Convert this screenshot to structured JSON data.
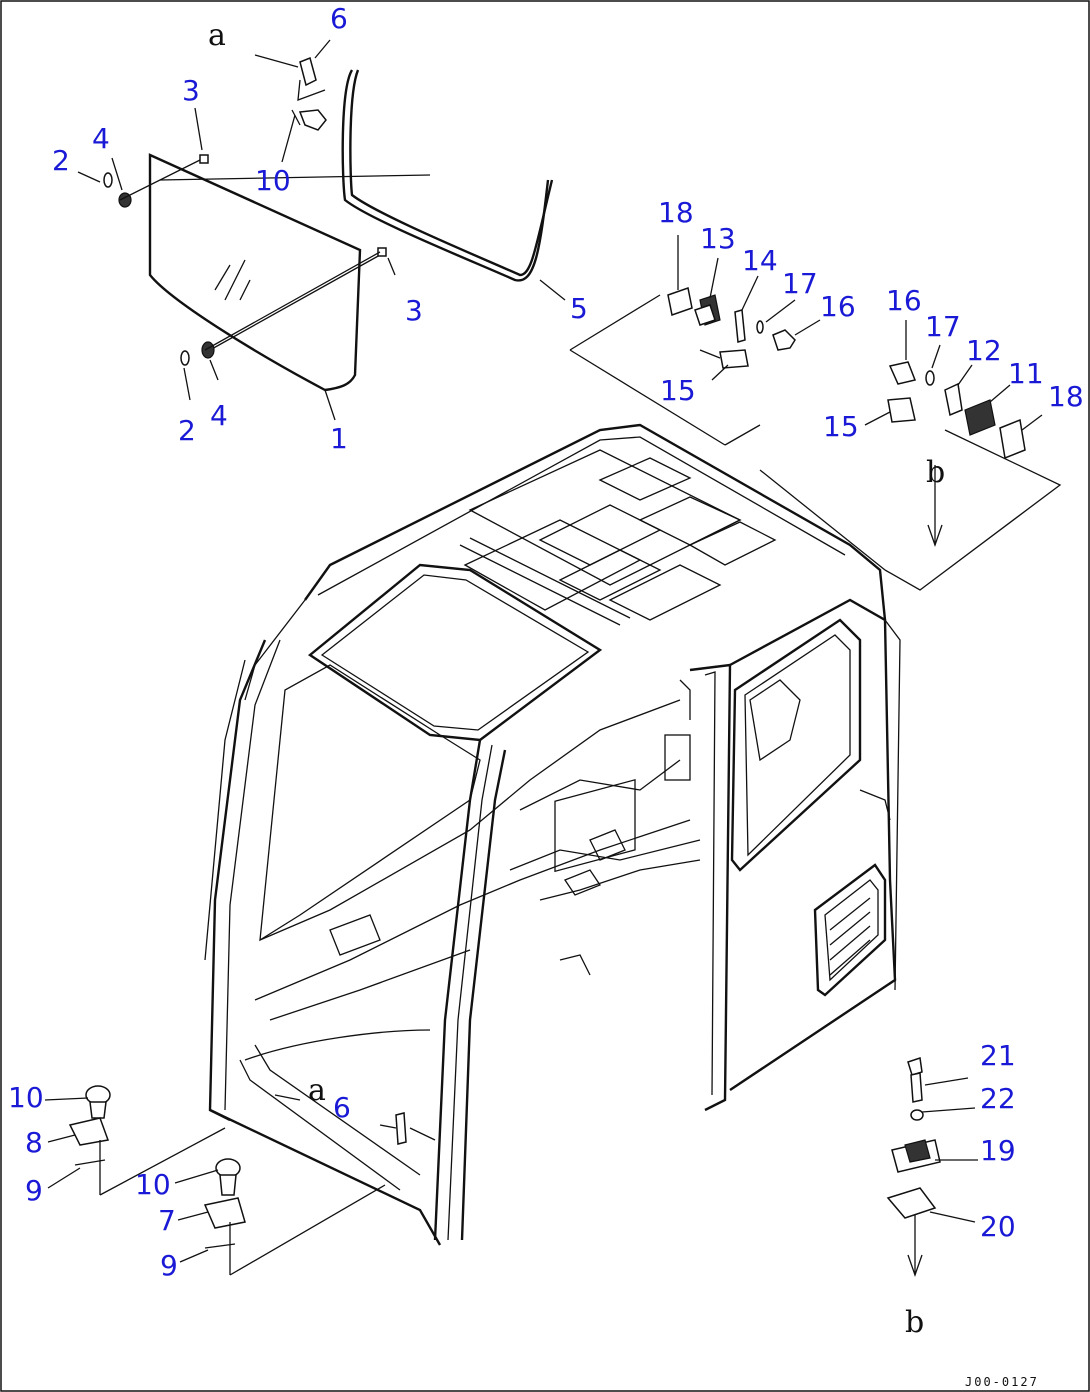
{
  "diagram": {
    "drawing_code": "J00-0127",
    "reference_marks": {
      "a_top": "a",
      "a_bottom": "a",
      "b_top": "b",
      "b_bottom": "b"
    },
    "part_labels": [
      {
        "id": "l1",
        "text": "1"
      },
      {
        "id": "l2a",
        "text": "2"
      },
      {
        "id": "l2b",
        "text": "2"
      },
      {
        "id": "l3a",
        "text": "3"
      },
      {
        "id": "l3b",
        "text": "3"
      },
      {
        "id": "l4a",
        "text": "4"
      },
      {
        "id": "l4b",
        "text": "4"
      },
      {
        "id": "l5",
        "text": "5"
      },
      {
        "id": "l6a",
        "text": "6"
      },
      {
        "id": "l6b",
        "text": "6"
      },
      {
        "id": "l7",
        "text": "7"
      },
      {
        "id": "l8",
        "text": "8"
      },
      {
        "id": "l9a",
        "text": "9"
      },
      {
        "id": "l9b",
        "text": "9"
      },
      {
        "id": "l10a",
        "text": "10"
      },
      {
        "id": "l10b",
        "text": "10"
      },
      {
        "id": "l10c",
        "text": "10"
      },
      {
        "id": "l11",
        "text": "11"
      },
      {
        "id": "l12",
        "text": "12"
      },
      {
        "id": "l13",
        "text": "13"
      },
      {
        "id": "l14",
        "text": "14"
      },
      {
        "id": "l15a",
        "text": "15"
      },
      {
        "id": "l15b",
        "text": "15"
      },
      {
        "id": "l16a",
        "text": "16"
      },
      {
        "id": "l16b",
        "text": "16"
      },
      {
        "id": "l17a",
        "text": "17"
      },
      {
        "id": "l17b",
        "text": "17"
      },
      {
        "id": "l18a",
        "text": "18"
      },
      {
        "id": "l18b",
        "text": "18"
      },
      {
        "id": "l19",
        "text": "19"
      },
      {
        "id": "l20",
        "text": "20"
      },
      {
        "id": "l21",
        "text": "21"
      },
      {
        "id": "l22",
        "text": "22"
      }
    ],
    "colors": {
      "label": "#1a1ad6",
      "line": "#111111",
      "background": "#ffffff"
    }
  }
}
